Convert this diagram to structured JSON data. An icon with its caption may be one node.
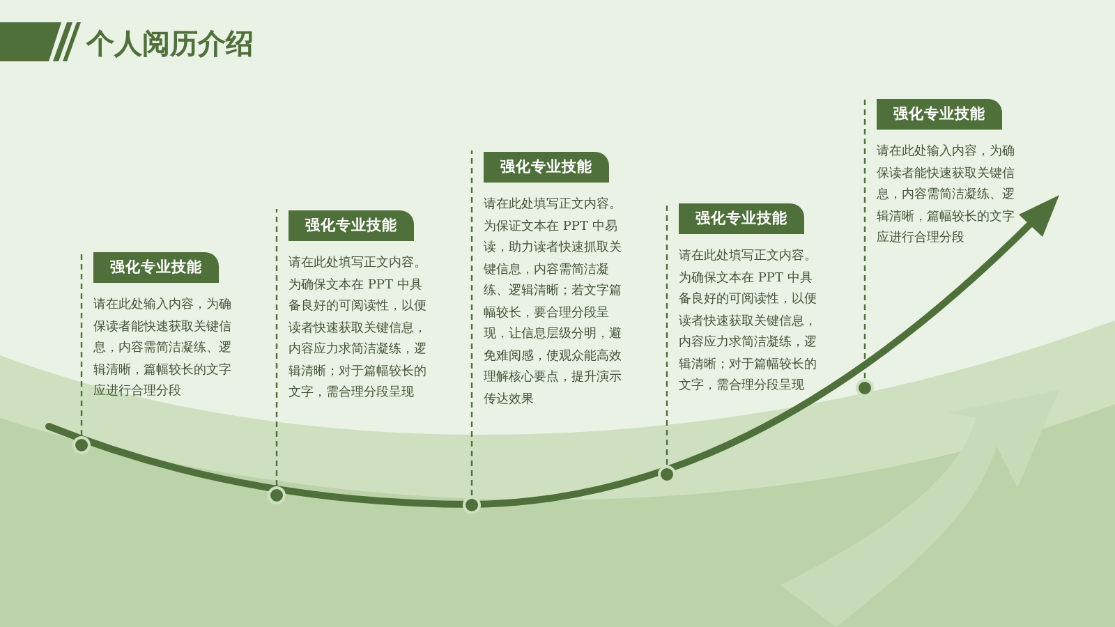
{
  "diagram": {
    "title": "个人阅历介绍",
    "nodes": [
      {
        "text": [
          "强化专业技能",
          "请在此处输入内容，为确保读者能快速获取关键信息，内容需简洁凝练、逻辑清晰，篇幅较长的文字应进行合理分段"
        ]
      },
      {
        "text": [
          "强化专业技能",
          "请在此处填写正文内容。为确保文本在 PPT 中具备良好的可阅读性，以便读者快速获取关键信息，内容应力求简洁凝练，逻辑清晰；对于篇幅较长的文字，需合理分段呈现"
        ]
      },
      {
        "text": [
          "强化专业技能",
          "请在此处填写正文内容。为保证文本在 PPT 中易读，助力读者快速抓取关键信息，内容需简洁凝练、逻辑清晰；若文字篇幅较长，要合理分段呈现，让信息层级分明，避免难阅感，使观众能高效理解核心要点，提升演示传达效果"
        ]
      },
      {
        "text": [
          "强化专业技能",
          "请在此处填写正文内容。为确保文本在 PPT 中具备良好的可阅读性，以便读者快速获取关键信息，内容应力求简洁凝练，逻辑清晰；对于篇幅较长的文字，需合理分段呈现"
        ]
      },
      {
        "text": [
          "强化专业技能",
          "请在此处输入内容，为确保读者能快速获取关键信息，内容需简洁凝练、逻辑清晰，篇幅较长的文字应进行合理分段"
        ]
      },
      {
        "text": [],
        "shape": "circle"
      },
      {
        "text": [],
        "shape": "circle"
      },
      {
        "text": [],
        "shape": "circle"
      },
      {
        "text": [],
        "shape": "circle"
      },
      {
        "text": [],
        "shape": "circle"
      }
    ],
    "edges": [
      {
        "from": 5,
        "to": 0,
        "arrow": "none",
        "style": "dashed"
      },
      {
        "from": 6,
        "to": 1,
        "arrow": "none",
        "style": "dashed"
      },
      {
        "from": 7,
        "to": 2,
        "arrow": "none",
        "style": "dashed"
      },
      {
        "from": 8,
        "to": 3,
        "arrow": "none",
        "style": "dashed"
      },
      {
        "from": 9,
        "to": 4,
        "arrow": "none",
        "style": "dashed"
      }
    ]
  }
}
